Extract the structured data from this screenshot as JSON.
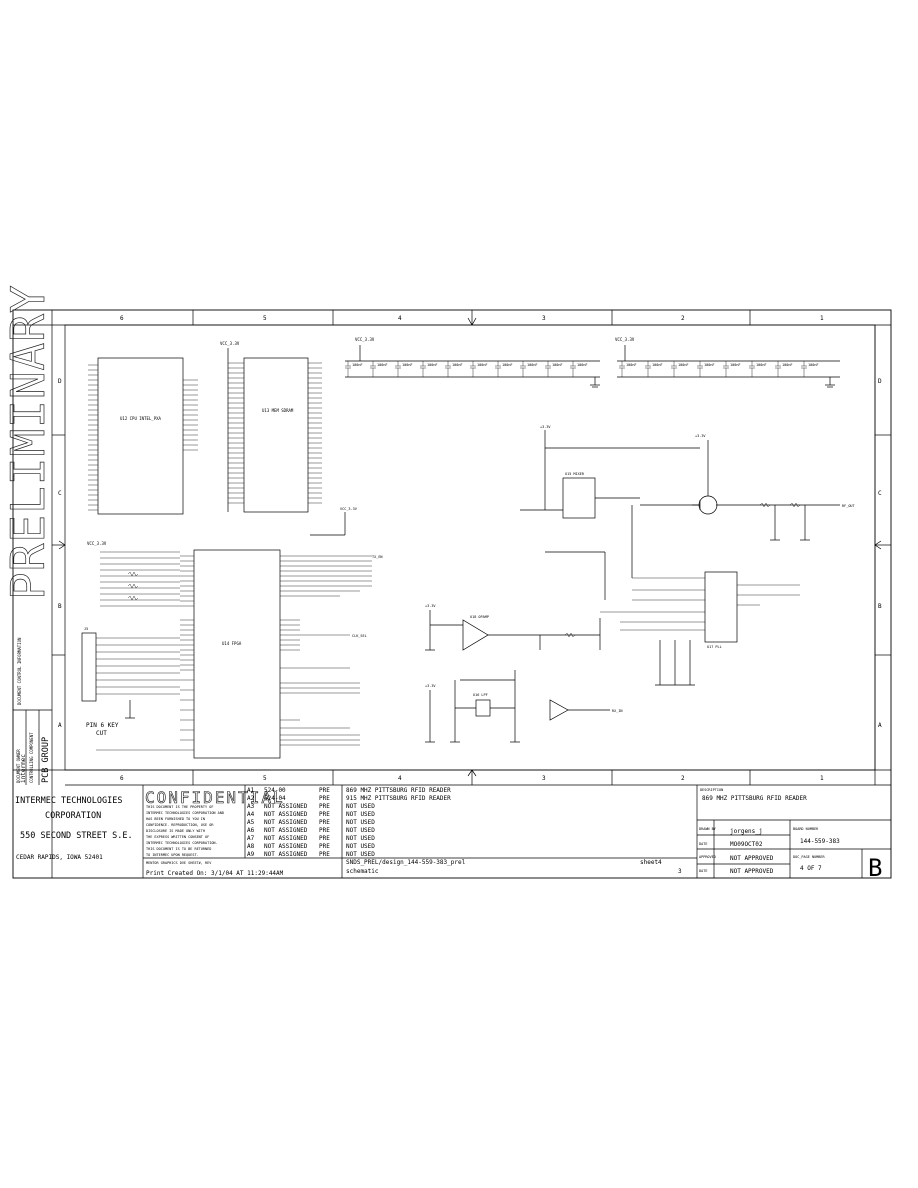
{
  "frame": {
    "zones_top": [
      "6",
      "5",
      "4",
      "3",
      "2",
      "1"
    ],
    "zones_bottom": [
      "6",
      "5",
      "4",
      "3",
      "2",
      "1"
    ],
    "rows_left": [
      "D",
      "C",
      "B",
      "A"
    ],
    "rows_right": [
      "D",
      "C",
      "B",
      "A"
    ]
  },
  "side_panel": {
    "stamp": "PRELIMINARY",
    "doc_control": "DOCUMENT CONTROL INFORMATION",
    "owner_label": "DOCUMENT OWNER",
    "owner_value": "intermec",
    "contact_label": "CONTROLLING COMPONENT",
    "contact_value": "PCB GROUP"
  },
  "company": {
    "line1": "INTERMEC TECHNOLOGIES",
    "line2": "CORPORATION",
    "line3": "550 SECOND STREET S.E.",
    "line4": "CEDAR RAPIDS, IOWA 52401"
  },
  "confidential": {
    "title": "CONFIDENTIAL",
    "notice": [
      "THIS DOCUMENT IS THE PROPERTY OF",
      "INTERMEC TECHNOLOGIES CORPORATION AND",
      "HAS BEEN FURNISHED TO YOU IN",
      "CONFIDENCE. REPRODUCTION, USE OR",
      "DISCLOSURE IS MADE ONLY WITH",
      "THE EXPRESS WRITTEN CONSENT OF",
      "INTERMEC TECHNOLOGIES CORPORATION.",
      "THIS DOCUMENT IS TO BE RETURNED",
      "TO INTERMEC UPON REQUEST."
    ]
  },
  "assembly_table": {
    "rows": [
      {
        "id": "A1",
        "number": "524-00",
        "status": "PRE",
        "desc": "869 MHZ PITTSBURG RFID READER"
      },
      {
        "id": "A2",
        "number": "524-04",
        "status": "PRE",
        "desc": "915 MHZ PITTSBURG RFID READER"
      },
      {
        "id": "A3",
        "number": "NOT ASSIGNED",
        "status": "PRE",
        "desc": "NOT USED"
      },
      {
        "id": "A4",
        "number": "NOT ASSIGNED",
        "status": "PRE",
        "desc": "NOT USED"
      },
      {
        "id": "A5",
        "number": "NOT ASSIGNED",
        "status": "PRE",
        "desc": "NOT USED"
      },
      {
        "id": "A6",
        "number": "NOT ASSIGNED",
        "status": "PRE",
        "desc": "NOT USED"
      },
      {
        "id": "A7",
        "number": "NOT ASSIGNED",
        "status": "PRE",
        "desc": "NOT USED"
      },
      {
        "id": "A8",
        "number": "NOT ASSIGNED",
        "status": "PRE",
        "desc": "NOT USED"
      },
      {
        "id": "A9",
        "number": "NOT ASSIGNED",
        "status": "PRE",
        "desc": "NOT USED"
      }
    ]
  },
  "bottom": {
    "mentor_label": "MENTOR GRAPHICS DVE SHEET#, REV",
    "print_date": "Print Created On: 3/1/04 AT 11:29:44AM",
    "design_path": "SNDS_PREL/design_144-559-383_prel",
    "schematic_label": "schematic",
    "sheet_label": "sheet4",
    "sheet_number": "3"
  },
  "title_block": {
    "description_label": "DESCRIPTION",
    "description": "869 MHZ PITTSBURG RFID READER",
    "drawn_label": "DRAWN BY",
    "drawn_value": "jorgens_j",
    "date_label": "DATE",
    "date_value": "MO09OCT02",
    "approved_label": "APPROVED",
    "approved_value1": "NOT APPROVED",
    "approved_value2": "NOT APPROVED",
    "board_label": "BOARD NUMBER",
    "board_value": "144-559-383",
    "page_label": "DOC_PAGE NUMBER",
    "page_value": "4 OF 7",
    "rev": "B"
  },
  "schematic": {
    "net_labels": [
      "+3.3V",
      "VCC_3.3V",
      "GND",
      "RF_OUT",
      "RX_IN",
      "TX_EN",
      "CLK_SEL",
      "PIN 6 KEY",
      "CUT"
    ],
    "ic_labels": {
      "u1": "U12 CPU INTEL_PXA",
      "u2": "U13 MEM SDRAM",
      "u3": "U14 FPGA",
      "u4": "U15 MIXER",
      "u5": "U16 LPF",
      "u6": "U17 PLL",
      "u7": "U18 OPAMP"
    },
    "connector": "J5",
    "cap_value": "100nF",
    "pin_note_1": "PIN 6 KEY",
    "pin_note_2": "CUT"
  }
}
